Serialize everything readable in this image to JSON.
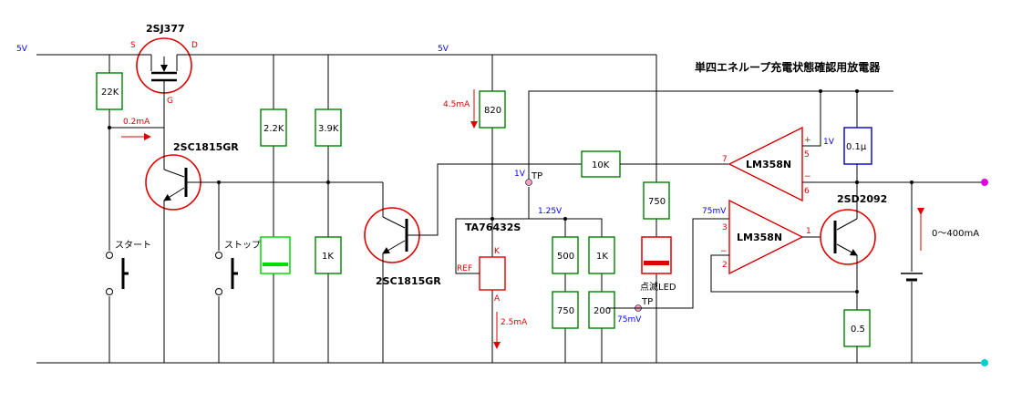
{
  "title": "単四エネループ充電状態確認用放電器",
  "supply": {
    "left_5v": "5V",
    "mid_5v": "5V"
  },
  "components": {
    "fet": {
      "name": "2SJ377",
      "s": "S",
      "d": "D",
      "g": "G"
    },
    "r_22k": "22K",
    "r_22k2": "2.2K",
    "r_39k": "3.9K",
    "r_1k_a": "1K",
    "r_820": "820",
    "r_10k": "10K",
    "r_750_top": "750",
    "r_500": "500",
    "r_1k_b": "1K",
    "r_750_bot": "750",
    "r_200": "200",
    "r_05": "0.5",
    "c_01": "0.1μ",
    "q1": "2SC1815GR",
    "q2": "2SC1815GR",
    "q3": "2SD2092",
    "ref": {
      "name": "TA76432S",
      "ref": "REF",
      "k": "K",
      "a": "A"
    },
    "op1": "LM358N",
    "op2": "LM358N",
    "start_sw": "スタート",
    "stop_sw": "ストップ",
    "led_label": "点滅LED",
    "tp": "TP"
  },
  "annotations": {
    "i_02ma": "0.2mA",
    "i_45ma": "4.5mA",
    "i_25ma": "2.5mA",
    "v_125": "1.25V",
    "v_1v_tp": "1V",
    "v_1v_op": "1V",
    "v_75mv_a": "75mV",
    "v_75mv_b": "75mV",
    "i_out": "0～400mA"
  },
  "pins": {
    "op1_plus": "+",
    "op1_minus": "−",
    "op1_5": "5",
    "op1_6": "6",
    "op1_7": "7",
    "op2_plus": "+",
    "op2_minus": "−",
    "op2_3": "3",
    "op2_2": "2",
    "op2_1": "1"
  }
}
